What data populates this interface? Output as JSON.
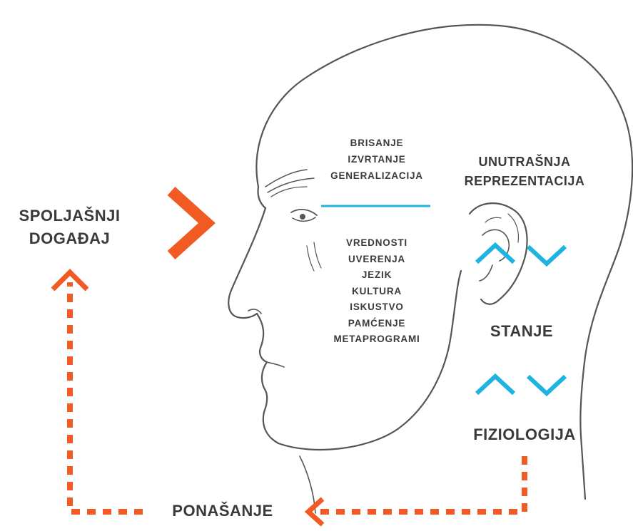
{
  "external_event": {
    "line1": "SPOLJAŠNJI",
    "line2": "DOGAĐAJ"
  },
  "filters": [
    "BRISANJE",
    "IZVRTANJE",
    "GENERALIZACIJA"
  ],
  "internal_filters": [
    "VREDNOSTI",
    "UVERENJA",
    "JEZIK",
    "KULTURA",
    "ISKUSTVO",
    "PAMĆENJE",
    "METAPROGRAMI"
  ],
  "internal_representation": {
    "line1": "UNUTRAŠNJA",
    "line2": "REPREZENTACIJA"
  },
  "state": "STANJE",
  "physiology": "FIZIOLOGIJA",
  "behavior": "PONAŠANJE",
  "colors": {
    "arrow": "#f15a22",
    "accent": "#1fb3e0",
    "sketch": "#555555",
    "text": "#3a3a3a"
  }
}
